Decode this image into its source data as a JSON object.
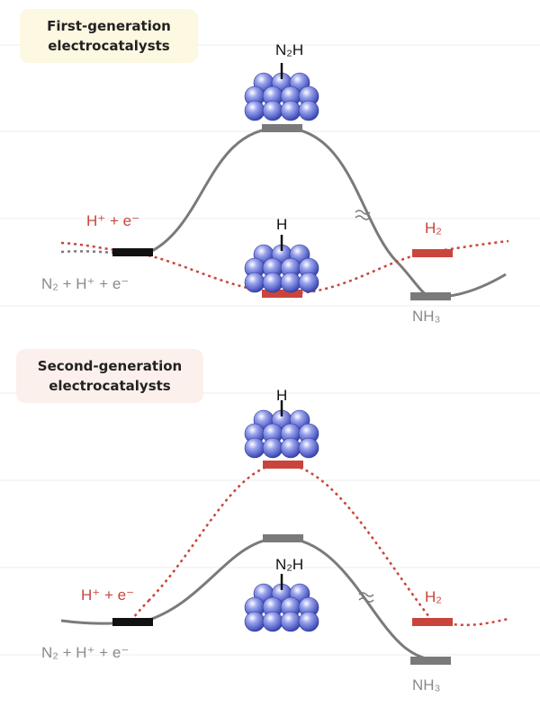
{
  "panels": [
    {
      "title_line1": "First-generation",
      "title_line2": "electrocatalysts",
      "top_species": "N₂H",
      "mid_species": "H",
      "label_left_red": "H⁺ + e⁻",
      "label_left_gray": "N₂ + H⁺ + e⁻",
      "label_right_red": "H₂",
      "label_right_gray": "NH₃"
    },
    {
      "title_line1": "Second-generation",
      "title_line2": "electrocatalysts",
      "top_species": "H",
      "mid_species": "N₂H",
      "label_left_red": "H⁺ + e⁻",
      "label_left_gray": "N₂ + H⁺ + e⁻",
      "label_right_red": "H₂",
      "label_right_gray": "NH₃"
    }
  ],
  "colors": {
    "nrr": "#7a7a7a",
    "her": "#c9453b",
    "initial": "#111111",
    "atom": "#5563c9"
  }
}
